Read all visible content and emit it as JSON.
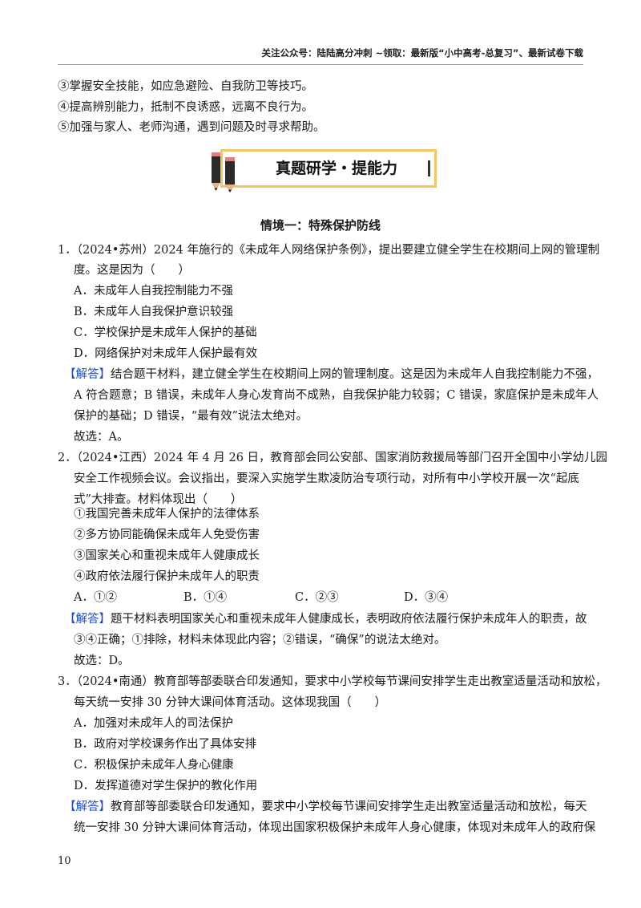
{
  "header": {
    "text": "关注公众号：陆陆高分冲刺 ~领取：最新版“小中高考-总复习”、最新试卷下载"
  },
  "intro": [
    "③掌握安全技能，如应急避险、自我防卫等技巧。",
    "④提高辨别能力，抵制不良诱惑，远离不良行为。",
    "⑤加强与家人、老师沟通，遇到问题及时寻求帮助。"
  ],
  "banner": {
    "title": "真题研学・提能力"
  },
  "section": {
    "title": "情境一：特殊保护防线"
  },
  "answer_tag": "【解答】",
  "q1": {
    "stem1": "1．（2024•苏州）2024 年施行的《未成年人网络保护条例》，提出要建立健全学生在校期间上网的管理制",
    "stem2": "度。这是因为（　　）",
    "options": [
      "A．未成年人自我控制能力不强",
      "B．未成年人自我保护意识较强",
      "C．学校保护是未成年人保护的基础",
      "D．网络保护对未成年人保护最有效"
    ],
    "ans1": "结合题干材料，建立健全学生在校期间上网的管理制度。这是因为未成年人自我控制能力不强，",
    "ans2": "A 符合题意；B 错误，未成年人身心发育尚不成熟，自我保护能力较弱；C 错误，家庭保护是未成年人",
    "ans3": "保护的基础；D 错误，“最有效”说法太绝对。",
    "choice": "故选：A。"
  },
  "q2": {
    "stem1": "2．（2024•江西）2024 年 4 月 26 日，教育部会同公安部、国家消防救援局等部门召开全国中小学幼儿园",
    "stem2": "安全工作视频会议。会议指出，要深入实施学生欺凌防治专项行动，对所有中小学校开展一次“起底",
    "stem3": "式”大排查。材料体现出（　　）",
    "items": [
      "①我国完善未成年人保护的法律体系",
      "②多方协同能确保未成年人免受伤害",
      "③国家关心和重视未成年人健康成长",
      "④政府依法履行保护未成年人的职责"
    ],
    "options": [
      "A．①②",
      "B．①④",
      "C．②③",
      "D．③④"
    ],
    "ans1": "题干材料表明国家关心和重视未成年人健康成长，表明政府依法履行保护未成年人的职责，故",
    "ans2": "③④正确；①排除，材料未体现此内容；②错误，“确保”的说法太绝对。",
    "choice": "故选：D。"
  },
  "q3": {
    "stem1": "3．（2024•南通）教育部等部委联合印发通知，要求中小学校每节课间安排学生走出教室适量活动和放松，",
    "stem2": "每天统一安排 30 分钟大课间体育活动。这体现我国（　　）",
    "options": [
      "A．加强对未成年人的司法保护",
      "B．政府对学校课务作出了具体安排",
      "C．积极保护未成年人身心健康",
      "D．发挥道德对学生保护的教化作用"
    ],
    "ans1": "教育部等部委联合印发通知，要求中小学校每节课间安排学生走出教室适量活动和放松，每天",
    "ans2": "统一安排 30 分钟大课间体育活动，体现出国家积极保护未成年人身心健康，体现对未成年人的政府保"
  },
  "page_number": "10"
}
